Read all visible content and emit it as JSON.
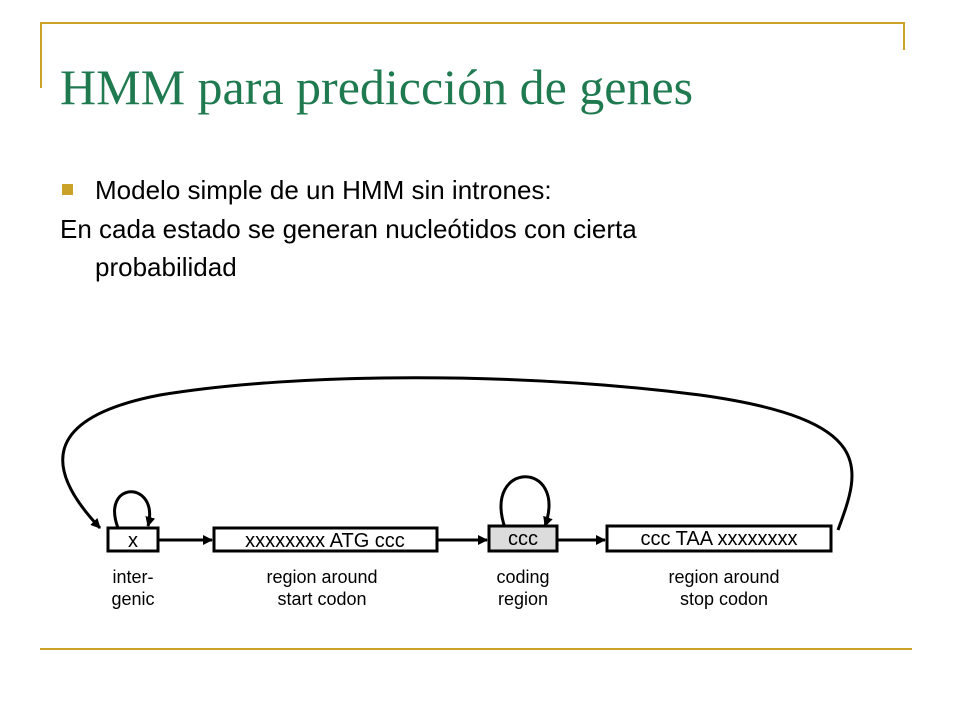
{
  "slide": {
    "title": "HMM para predicción de genes",
    "bullet": "Modelo simple de un HMM sin intrones:",
    "paragraph_line1": "En cada estado se generan nucleótidos con cierta",
    "paragraph_line2": "probabilidad"
  },
  "diagram": {
    "states": [
      {
        "id": "x",
        "box_text": "x",
        "caption_line1": "inter-",
        "caption_line2": "genic"
      },
      {
        "id": "start",
        "box_text": "xxxxxxxx ATG ccc",
        "caption_line1": "region around",
        "caption_line2": "start codon"
      },
      {
        "id": "coding",
        "box_text": "ccc",
        "caption_line1": "coding",
        "caption_line2": "region"
      },
      {
        "id": "stop",
        "box_text": "ccc TAA xxxxxxxx",
        "caption_line1": "region around",
        "caption_line2": "stop codon"
      }
    ]
  },
  "colors": {
    "accent": "#c9a227",
    "title": "#1f7a50",
    "coding_fill": "#dcdcdc"
  }
}
